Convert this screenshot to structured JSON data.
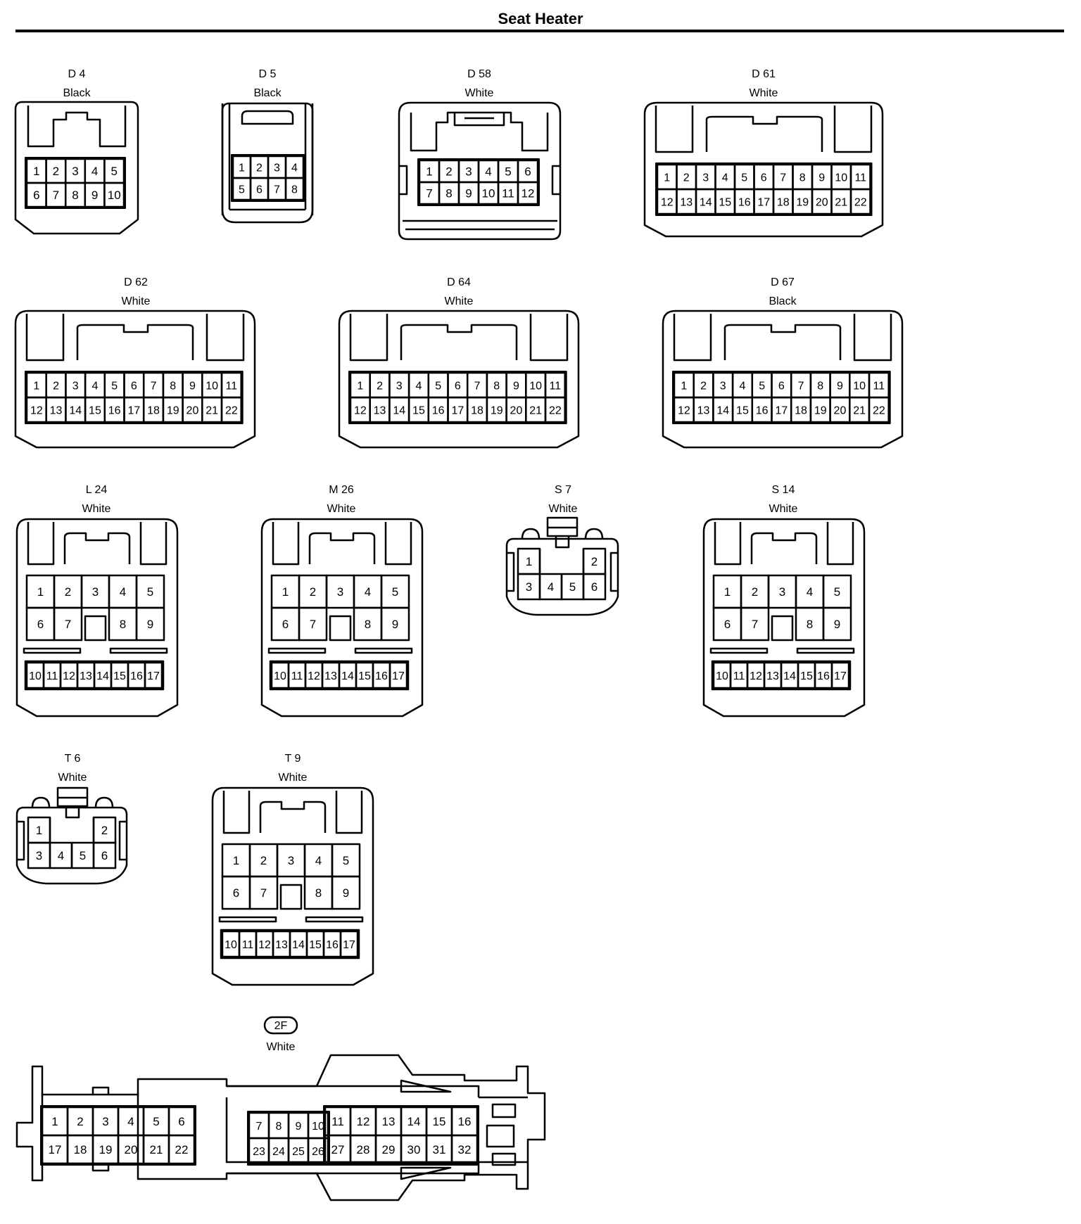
{
  "page": {
    "title": "Seat Heater"
  },
  "connectors": [
    {
      "id": "D4",
      "code": "D 4",
      "color": "Black"
    },
    {
      "id": "D5",
      "code": "D 5",
      "color": "Black"
    },
    {
      "id": "D58",
      "code": "D 58",
      "color": "White"
    },
    {
      "id": "D61",
      "code": "D 61",
      "color": "White"
    },
    {
      "id": "D62",
      "code": "D 62",
      "color": "White"
    },
    {
      "id": "D64",
      "code": "D 64",
      "color": "White"
    },
    {
      "id": "D67",
      "code": "D 67",
      "color": "Black"
    },
    {
      "id": "L24",
      "code": "L 24",
      "color": "White"
    },
    {
      "id": "M26",
      "code": "M 26",
      "color": "White"
    },
    {
      "id": "S7",
      "code": "S 7",
      "color": "White"
    },
    {
      "id": "S14",
      "code": "S 14",
      "color": "White"
    },
    {
      "id": "T6",
      "code": "T 6",
      "color": "White"
    },
    {
      "id": "T9",
      "code": "T 9",
      "color": "White"
    },
    {
      "id": "2F",
      "code": "2F",
      "color": "White"
    }
  ],
  "pins": {
    "D4": [
      [
        "1",
        "2",
        "3",
        "4",
        "5"
      ],
      [
        "6",
        "7",
        "8",
        "9",
        "10"
      ]
    ],
    "D5": [
      [
        "1",
        "2",
        "3",
        "4"
      ],
      [
        "5",
        "6",
        "7",
        "8"
      ]
    ],
    "D58": [
      [
        "1",
        "2",
        "3",
        "4",
        "5",
        "6"
      ],
      [
        "7",
        "8",
        "9",
        "10",
        "11",
        "12"
      ]
    ],
    "D22": [
      [
        "1",
        "2",
        "3",
        "4",
        "5",
        "6",
        "7",
        "8",
        "9",
        "10",
        "11"
      ],
      [
        "12",
        "13",
        "14",
        "15",
        "16",
        "17",
        "18",
        "19",
        "20",
        "21",
        "22"
      ]
    ],
    "P17": {
      "top": [
        "1",
        "2",
        "3",
        "4",
        "5"
      ],
      "mid": [
        "6",
        "7",
        "8",
        "9"
      ],
      "bottom": [
        "10",
        "11",
        "12",
        "13",
        "14",
        "15",
        "16",
        "17"
      ]
    },
    "P6": {
      "top": [
        "1",
        "2"
      ],
      "bottom": [
        "3",
        "4",
        "5",
        "6"
      ]
    },
    "P32": {
      "left": [
        [
          "1",
          "2",
          "3",
          "4",
          "5",
          "6"
        ],
        [
          "17",
          "18",
          "19",
          "20",
          "21",
          "22"
        ]
      ],
      "mid": [
        [
          "7",
          "8",
          "9",
          "10"
        ],
        [
          "23",
          "24",
          "25",
          "26"
        ]
      ],
      "right": [
        [
          "11",
          "12",
          "13",
          "14",
          "15",
          "16"
        ],
        [
          "27",
          "28",
          "29",
          "30",
          "31",
          "32"
        ]
      ]
    }
  }
}
